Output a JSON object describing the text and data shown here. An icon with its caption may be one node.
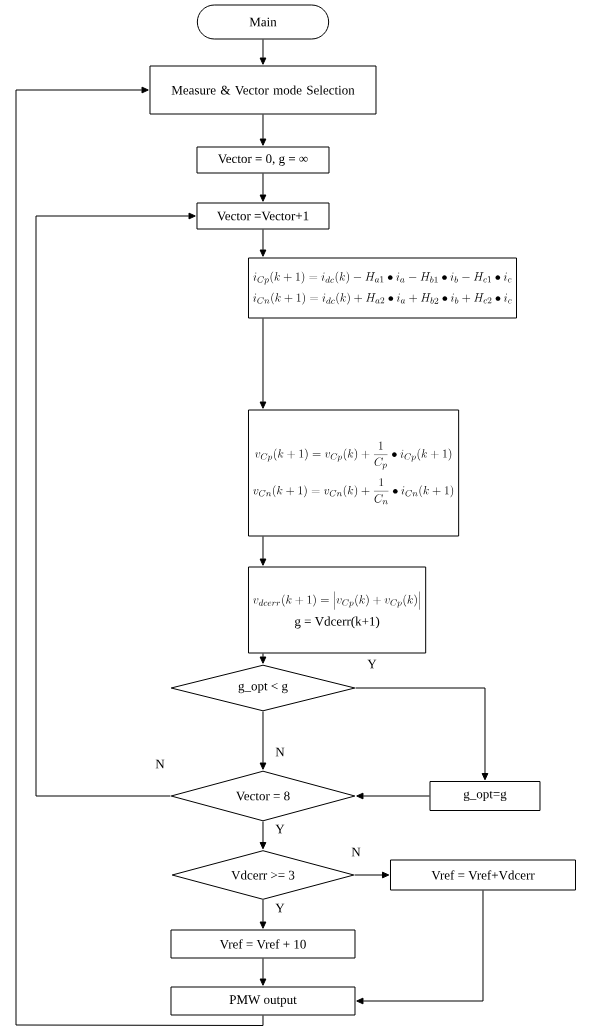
{
  "diagram": {
    "nodes": [
      {
        "text": [
          "Main"
        ]
      },
      {
        "text": [
          "Measure & Vector mode Selection"
        ]
      },
      {
        "text": [
          "Vector = 0, g = ∞"
        ]
      },
      {
        "text": [
          "Vector =Vector+1"
        ]
      },
      {
        "text": [
          "i_{Cp}(k+1)=i_{dc}(k)-H_{a1}\\bullet i_a-H_{b1}\\bullet i_b-H_{c1}\\bullet i_c",
          "i_{Cn}(k+1)=i_{dc}(k)+H_{a2}\\bullet i_a+H_{b2}\\bullet i_b+H_{c2}\\bullet i_c"
        ]
      },
      {
        "text": [
          "v_{Cp}(k+1)=v_{Cp}(k)+\\frac{1}{C_p}\\bullet i_{Cp}(k+1)",
          "v_{Cn}(k+1)=v_{Cn}(k)+\\frac{1}{C_n}\\bullet i_{Cn}(k+1)"
        ]
      },
      {
        "text": [
          "v_{dcerr}(k+1)=\\left|v_{Cp}(k)+v_{Cp}(k)\\right|",
          "g = Vdcerr(k+1)"
        ]
      },
      {
        "text": [
          "g_opt < g"
        ]
      },
      {
        "text": [
          "Vector = 8"
        ]
      },
      {
        "text": [
          "g_opt=g"
        ]
      },
      {
        "text": [
          "Vdcerr >= 3"
        ]
      },
      {
        "text": [
          "Vref = Vref+Vdcerr"
        ]
      },
      {
        "text": [
          "Vref = Vref + 10"
        ]
      },
      {
        "text": [
          "PMW output"
        ]
      }
    ],
    "edges": [
      {
        "from": 0,
        "to": 1,
        "arrow": "to"
      },
      {
        "from": 1,
        "to": 2,
        "arrow": "to"
      },
      {
        "from": 2,
        "to": 3,
        "arrow": "to"
      },
      {
        "from": 3,
        "to": 4,
        "arrow": "to"
      },
      {
        "from": 4,
        "to": 5,
        "arrow": "to"
      },
      {
        "from": 5,
        "to": 6,
        "arrow": "to"
      },
      {
        "from": 6,
        "to": 7,
        "arrow": "to"
      },
      {
        "from": 7,
        "to": 9,
        "arrow": "to",
        "label": "Y"
      },
      {
        "from": 7,
        "to": 8,
        "arrow": "to",
        "label": "N"
      },
      {
        "from": 8,
        "to": 3,
        "arrow": "to",
        "label": "N"
      },
      {
        "from": 9,
        "to": 8,
        "arrow": "to"
      },
      {
        "from": 8,
        "to": 10,
        "arrow": "to",
        "label": "Y"
      },
      {
        "from": 10,
        "to": 11,
        "arrow": "to",
        "label": "N"
      },
      {
        "from": 10,
        "to": 12,
        "arrow": "to",
        "label": "Y"
      },
      {
        "from": 12,
        "to": 13,
        "arrow": "to"
      },
      {
        "from": 11,
        "to": 13,
        "arrow": "to"
      },
      {
        "from": 13,
        "to": 1,
        "arrow": "to"
      }
    ]
  }
}
